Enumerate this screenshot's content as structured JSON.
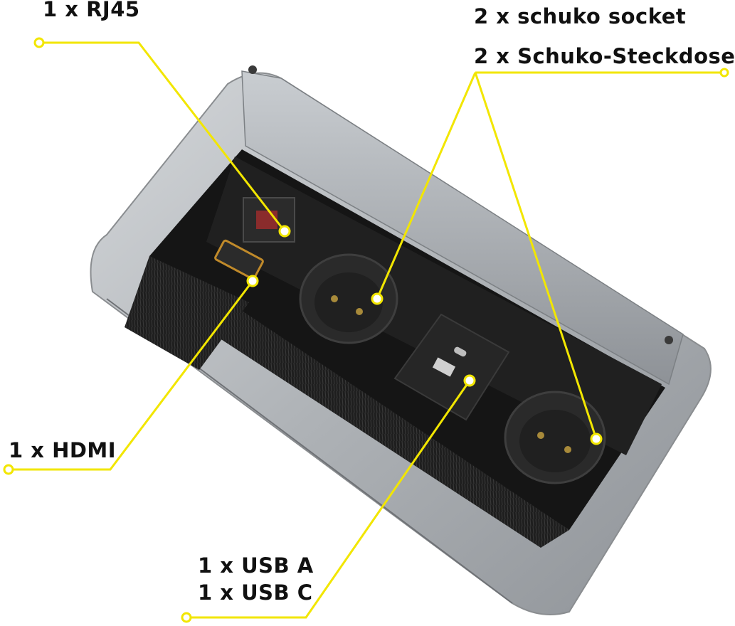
{
  "labels": {
    "rj45": "1 x RJ45",
    "schuko_en": "2 x schuko socket",
    "schuko_de": "2 x Schuko-Steckdose",
    "hdmi": "1 x HDMI",
    "usb_a": "1 x USB A",
    "usb_c": "1 x USB C"
  },
  "colors": {
    "callout": "#f2e600",
    "frame": "#b8bcc0",
    "cavity": "#1b1b1b",
    "brush": "#262626"
  }
}
